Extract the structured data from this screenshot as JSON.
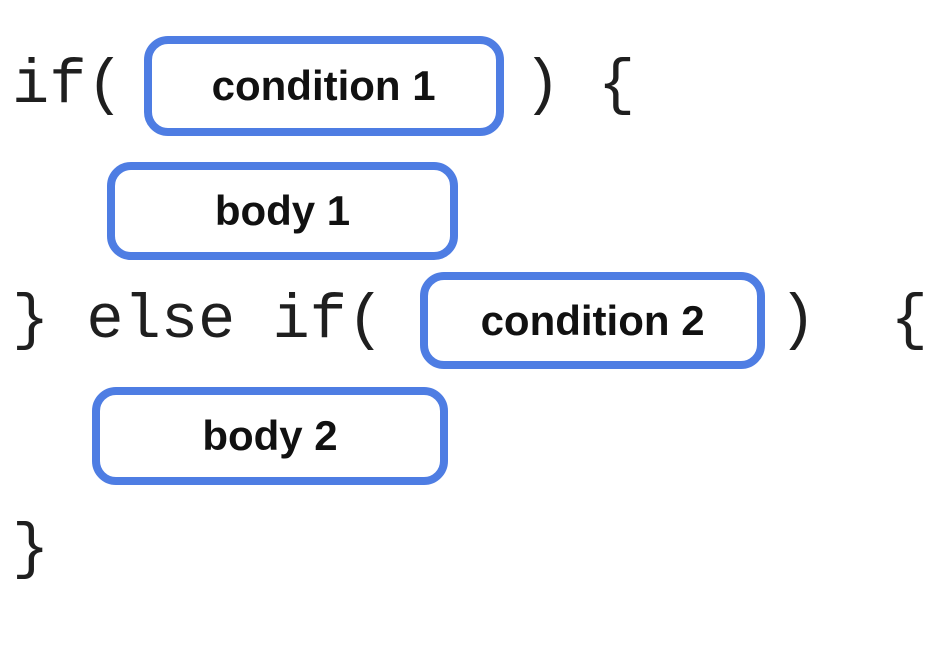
{
  "diagram": {
    "line1": {
      "prefix": "if(",
      "suffix": ") {"
    },
    "line2": {
      "slot_label": "body 1"
    },
    "line3": {
      "prefix": "} else if(",
      "suffix": ")  {"
    },
    "line4": {
      "slot_label": "body 2"
    },
    "line5": {
      "text": "}"
    },
    "slots": {
      "condition1": "condition 1",
      "condition2": "condition 2"
    },
    "colors": {
      "slot_border": "#4E7DE3",
      "code_text": "#1F1F1F",
      "label_text": "#111111",
      "background": "#FFFFFF"
    }
  }
}
